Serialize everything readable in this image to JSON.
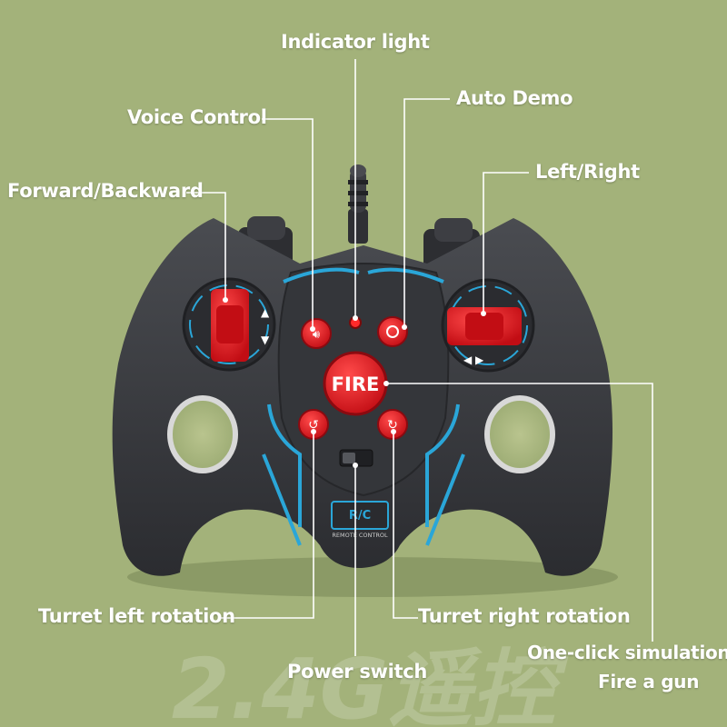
{
  "labels": {
    "indicator_light": "Indicator light",
    "auto_demo": "Auto Demo",
    "voice_control": "Voice Control",
    "left_right": "Left/Right",
    "forward_backward": "Forward/Backward",
    "turret_left": "Turret left rotation",
    "turret_right": "Turret right rotation",
    "power_switch": "Power switch",
    "one_click_line1": "One-click simulation",
    "one_click_line2": "Fire a gun"
  },
  "controller": {
    "fire_label": "FIRE",
    "logo_text": "R/C",
    "logo_subtext": "REMOTE CONTROL"
  },
  "watermark": "2.4G遥控",
  "colors": {
    "background": "#a3b27a",
    "body": "#3a3c40",
    "button_red": "#e0121b",
    "accent_blue": "#2aa6d8",
    "line": "#ffffff"
  }
}
